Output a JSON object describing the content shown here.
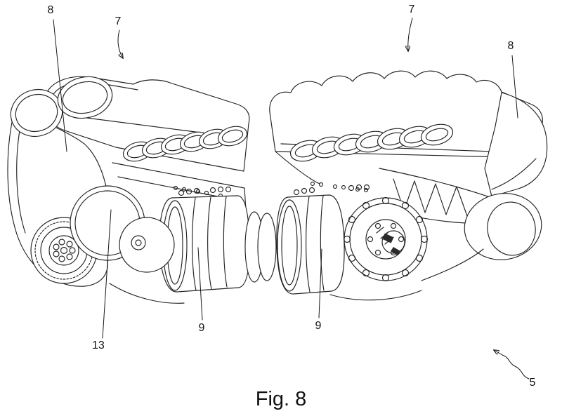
{
  "caption": "Fig. 8",
  "labels": {
    "ref_8_top_left": "8",
    "ref_7_left": "7",
    "ref_7_right": "7",
    "ref_8_top_right": "8",
    "ref_13": "13",
    "ref_9_left": "9",
    "ref_9_right": "9",
    "ref_5": "5"
  },
  "drawing": {
    "type": "patent-line-drawing",
    "subject": "two engine assemblies (7) with head covers (8), electric machines (9) and accessory drive (13)",
    "line_color": "#232323",
    "background": "#ffffff"
  }
}
